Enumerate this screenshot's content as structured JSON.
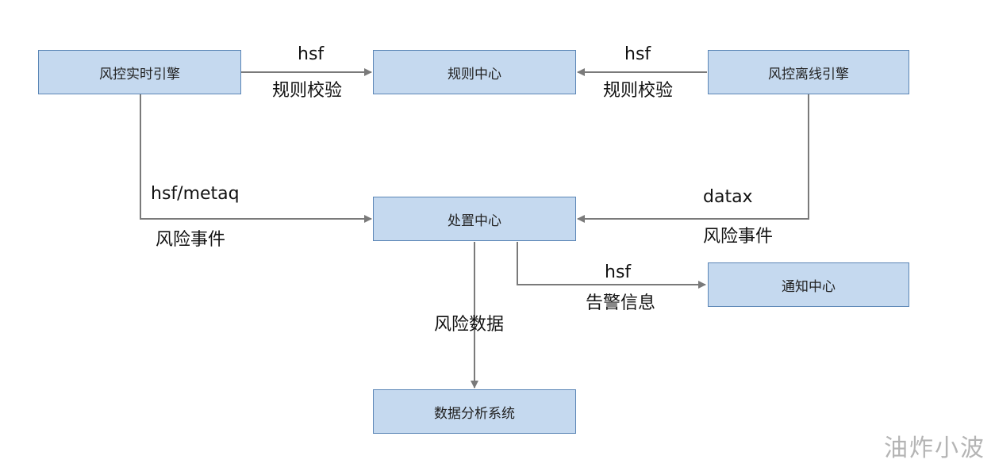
{
  "colors": {
    "box_fill": "#c5d9ef",
    "box_border": "#5b86b6",
    "line": "#7a7a7a"
  },
  "nodes": {
    "realtime_engine": "风控实时引擎",
    "rule_center": "规则中心",
    "offline_engine": "风控离线引擎",
    "handling_center": "处置中心",
    "notify_center": "通知中心",
    "analytics_system": "数据分析系统"
  },
  "edges": {
    "realtime_to_rule": {
      "protocol": "hsf",
      "purpose": "规则校验"
    },
    "offline_to_rule": {
      "protocol": "hsf",
      "purpose": "规则校验"
    },
    "realtime_to_handling": {
      "protocol": "hsf/metaq",
      "purpose": "风险事件"
    },
    "offline_to_handling": {
      "protocol": "datax",
      "purpose": "风险事件"
    },
    "handling_to_notify": {
      "protocol": "hsf",
      "purpose": "告警信息"
    },
    "handling_to_analytics": {
      "purpose": "风险数据"
    }
  },
  "watermark": "油炸小波"
}
